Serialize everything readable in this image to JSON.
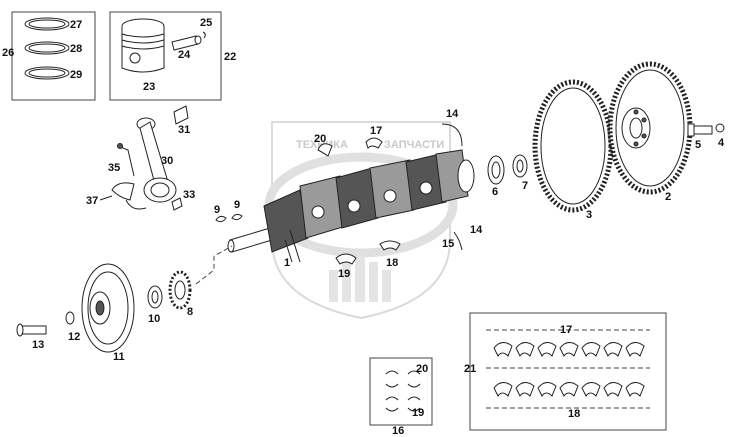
{
  "watermark": {
    "line1": "ТЕХНИКА",
    "line2": "ЗАПЧАСТИ",
    "logo_text": "ЭЛИТ"
  },
  "labels": {
    "l1": "1",
    "l2": "2",
    "l3": "3",
    "l4": "4",
    "l5": "5",
    "l6": "6",
    "l7": "7",
    "l8": "8",
    "l9a": "9",
    "l9b": "9",
    "l10": "10",
    "l11": "11",
    "l12": "12",
    "l13": "13",
    "l14a": "14",
    "l14b": "14",
    "l15": "15",
    "l16": "16",
    "l17a": "17",
    "l17b": "17",
    "l18a": "18",
    "l18b": "18",
    "l19a": "19",
    "l19b": "19",
    "l20a": "20",
    "l20b": "20",
    "l21": "21",
    "l22": "22",
    "l23": "23",
    "l24": "24",
    "l25": "25",
    "l26": "26",
    "l27": "27",
    "l28": "28",
    "l29": "29",
    "l30": "30",
    "l31": "31",
    "l33": "33",
    "l35": "35",
    "l37": "37"
  },
  "colors": {
    "ink": "#111111",
    "watermark": "#c9c9c9"
  }
}
